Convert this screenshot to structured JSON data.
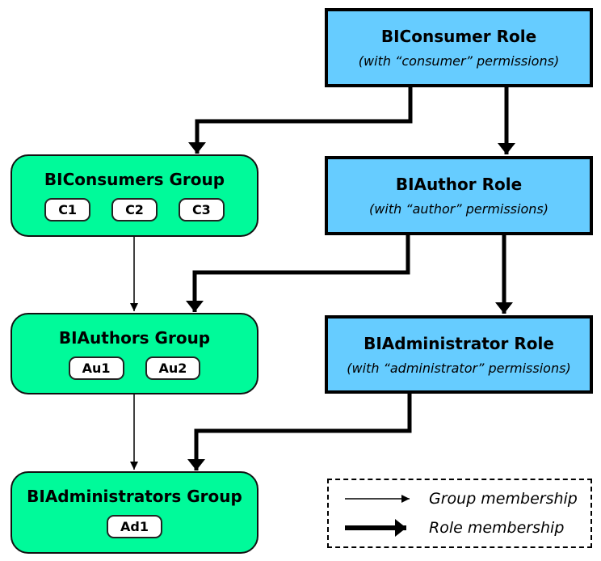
{
  "diagram": {
    "nodes": {
      "biconsumer_role": {
        "title": "BIConsumer Role",
        "subtitle": "(with “consumer” permissions)"
      },
      "biauthor_role": {
        "title": "BIAuthor Role",
        "subtitle": "(with “author” permissions)"
      },
      "biadministrator_role": {
        "title": "BIAdministrator Role",
        "subtitle": "(with “administrator” permissions)"
      },
      "biconsumers_group": {
        "title": "BIConsumers Group",
        "members": [
          "C1",
          "C2",
          "C3"
        ]
      },
      "biauthors_group": {
        "title": "BIAuthors Group",
        "members": [
          "Au1",
          "Au2"
        ]
      },
      "biadministrators_group": {
        "title": "BIAdministrators Group",
        "members": [
          "Ad1"
        ]
      }
    },
    "legend": {
      "group_membership_label": "Group membership",
      "role_membership_label": "Role membership"
    },
    "colors": {
      "role_fill": "#66CCFF",
      "group_fill": "#00FA9A",
      "member_fill": "#FFFFFF",
      "line": "#000000"
    }
  }
}
